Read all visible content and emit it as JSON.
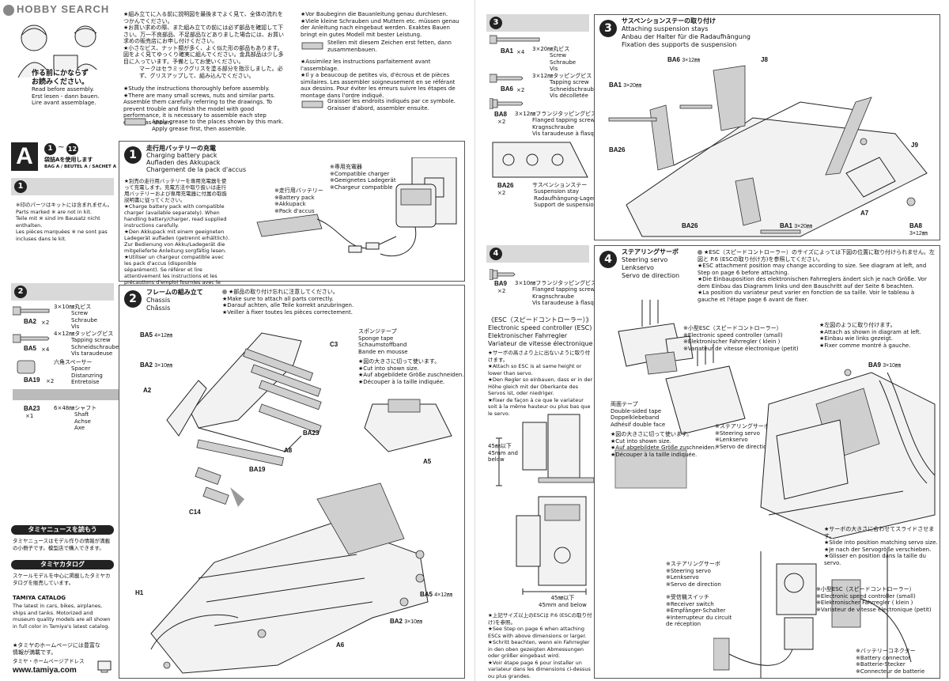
{
  "watermark": "HOBBY SEARCH",
  "intro": {
    "jp_heading": "作る前にかならず\nお読みください。",
    "en": "Read before assembly.",
    "de": "Erst lesen - dann bauen.",
    "fr": "Lire avant assemblage.",
    "jp_notes": "★組み立てに入る前に説明図を最後までよく見て、全体の流れをつかんでください。\n★お買い求めの際、また組み立ての前には必ず部品を確認して下さい。万一不良部品、不足部品などありました場合には、お買い求めの販売店にお申し付けください。\n★小さなビス、ナット類が多く、よく似た形の部品もあります。図をよく見てゆっくり確実に組んでください。金具部品は少し多目に入っています。予備としてお使いください。",
    "grease_jp": "マークはセラミックグリスを塗る部分を指示しました。必ず、グリスアップして、組み込んでください。",
    "en_notes": "★Study the instructions thoroughly before assembly.\n★There are many small screws, nuts and similar parts. Assemble them carefully referring to the drawings. To prevent trouble and finish the model with good performance, it is necessary to assemble each step exactly as shown.",
    "grease_en": "Apply grease to the places shown by this mark.\nApply grease first, then assemble.",
    "de_notes": "★Vor Baubeginn die Bauanleitung genau durchlesen.\n★Viele kleine Schrauben und Muttern etc. müssen genau der Anleitung nach eingebaut werden. Exaktes Bauen bringt ein gutes Modell mit bester Leistung.",
    "grease_de": "Stellen mit diesem Zeichen erst fetten, dann zusammenbauen.",
    "fr_notes": "★Assimilez les instructions parfaitement avant l'assemblage.\n★Il y a beaucoup de petites vis, d'écrous et de pièces similaires. Les assembler soigneusement en se référant aux dessins. Pour éviter les erreurs suivre les étapes de montage dans l'ordre indiqué.",
    "grease_fr": "Graisser les endroits indiqués par ce symbole.\nGraisser d'abord, assembler ensuite."
  },
  "bag_a": {
    "letter": "A",
    "from": "1",
    "to": "12",
    "jp": "袋詰Aを使用します",
    "multi": "BAG A / BEUTEL A / SACHET A"
  },
  "step1_parts": {
    "num": "1",
    "note": "※印のパーツはキットには含まれません。\nParts marked ※ are not in kit.\nTeile mit ※ sind im Bausatz nicht enthalten.\nLes pièces marquées ※ ne sont pas incluses dans le kit."
  },
  "step1": {
    "num": "1",
    "title_jp": "走行用バッテリーの充電",
    "title_en": "Charging battery pack",
    "title_de": "Aufladen des Akkupack",
    "title_fr": "Chargement de la pack d'accus",
    "charger_label": "※専用充電器\n※Compatible charger\n※Geeignetes Ladegerät\n※Chargeur compatible",
    "battery_label": "※走行用バッテリー\n※Battery pack\n※Akkupack\n※Pack d'accus",
    "text": "★別売の走行用バッテリーを専用充電器を使って充電します。充電方法や取り扱いは走行用バッテリーおよび専用充電器に付属の取扱説明書に従ってください。\n★Charge battery pack with compatible charger (available separately). When handling battery/charger, read supplied instructions carefully.\n★Den Akkupack mit einem geeigneten Ladegerät aufladen (getrennt erhältlich). Zur Bedienung von Akku/Ladegerät die mitgelieferte Anleitung sorgfältig lesen.\n★Utiliser un chargeur compatible avec les pack d'accus (disponible séparément). Se référer et lire attentivement les instructions et les précautions d'emploi fournies avec le chargeur et la batterie."
  },
  "step2_parts": {
    "num": "2",
    "items": [
      {
        "code": "BA2",
        "qty": "×2",
        "size": "3×10㎜丸ビス",
        "names": "Screw\nSchraube\nVis"
      },
      {
        "code": "BA5",
        "qty": "×4",
        "size": "4×12㎜タッピングビス",
        "names": "Tapping screw\nSchneidschraube\nVis taraudeuse"
      },
      {
        "code": "BA19",
        "qty": "×2",
        "size": "六角スペーサー",
        "names": "Spacer\nDistanzring\nEntretoise"
      },
      {
        "code": "BA23",
        "qty": "×1",
        "size": "6×48㎜シャフト",
        "names": "Shaft\nAchse\nAxe"
      }
    ]
  },
  "step2": {
    "num": "2",
    "title_jp": "フレームの組み立て",
    "title_en": "Chassis",
    "title_de": "Châssis",
    "caution": "★部品の取り付け忘れに注意してください。\n★Make sure to attach all parts correctly.\n★Darauf achten, alle Teile korrekt anzubringen.\n★Veiller à fixer toutes les pièces correctement.",
    "sponge": "スポンジテープ\nSponge tape\nSchaumstoffband\nBande en mousse",
    "sponge_cut": "★図の大きさに切って使います。\n★Cut into shown size.\n★Auf abgebildete Größe zuschneiden.\n★Découper à la taille indiquée.",
    "labels": {
      "ba5a": "BA5",
      "ba5a_s": "4×12㎜",
      "ba2a": "BA2",
      "ba2a_s": "3×10㎜",
      "c3": "C3",
      "a2": "A2",
      "ba23": "BA23",
      "a8": "A8",
      "ba19": "BA19",
      "a5": "A5",
      "c14": "C14",
      "h1": "H1",
      "ba5b": "BA5",
      "ba5b_s": "4×12㎜",
      "ba2b": "BA2",
      "ba2b_s": "3×10㎜",
      "a6": "A6"
    }
  },
  "news": {
    "title": "タミヤニュースを読もう",
    "text": "タミヤニュースはモデル作りの情報が満載の小冊子です。模型店で購入できます。"
  },
  "catalog": {
    "title": "タミヤカタログ",
    "jp": "スケールモデルを中心に掲載したタミヤカタログを販売しています。",
    "en_title": "TAMIYA CATALOG",
    "en": "The latest in cars, bikes, airplanes, ships and tanks. Motorized and museum quality models are all shown in full color in Tamiya's latest catalog."
  },
  "homepage": {
    "jp": "★タミヤのホームページには豊富な情報が満載です。",
    "label": "タミヤ・ホームページアドレス",
    "url": "www.tamiya.com"
  },
  "step3_parts": {
    "num": "3",
    "items": [
      {
        "code": "BA1",
        "qty": "×4",
        "size": "3×20㎜丸ビス",
        "names": "Screw\nSchraube\nVis"
      },
      {
        "code": "BA6",
        "qty": "×2",
        "size": "3×12㎜タッピングビス",
        "names": "Tapping screw\nSchneidschraube\nVis décolletée"
      },
      {
        "code": "BA8",
        "qty": "×2",
        "size": "3×12㎜フランジタッピングビス",
        "names": "Flanged tapping screw\nKragnschraube\nVis taraudeuse à flasque"
      },
      {
        "code": "BA26",
        "qty": "×2",
        "size": "サスペンションステー",
        "names": "Suspension stay\nRadaufhängung-Lagerschild\nSupport de suspension"
      }
    ]
  },
  "step3": {
    "num": "3",
    "title_jp": "サスペンションステーの取り付け",
    "title_en": "Attaching suspension stays",
    "title_de": "Anbau der Halter für die Radaufhängung",
    "title_fr": "Fixation des supports de suspension",
    "labels": {
      "ba6": "BA6",
      "ba6_s": "3×12㎜",
      "j8": "J8",
      "ba1a": "BA1",
      "ba1a_s": "3×20㎜",
      "ba26a": "BA26",
      "j9": "J9",
      "a7": "A7",
      "ba26b": "BA26",
      "ba1b": "BA1",
      "ba1b_s": "3×20㎜",
      "ba8": "BA8",
      "ba8_s": "3×12㎜"
    }
  },
  "step4_parts": {
    "num": "4",
    "items": [
      {
        "code": "BA9",
        "qty": "×2",
        "size": "3×10㎜フランジタッピングビス",
        "names": "Flanged tapping screw\nKragnschraube\nVis taraudeuse à flasque"
      }
    ]
  },
  "esc": {
    "title_jp": "《ESC（スピードコントローラー）》",
    "title_en": "Electronic speed controller (ESC)",
    "title_de": "Elektronischer Fahrregler",
    "title_fr": "Variateur de vitesse électronique",
    "text": "★サーボの高さより上に出ないように取り付けます。\n★Attach so ESC is at same height or lower than servo.\n★Den Regler so einbauen, dass er in der Höhe gleich mit der Oberkante des Servos ist, oder niedriger.\n★Fixer de façon à ce que le variateur soit à la même hauteur ou plus bas que le servo.",
    "dim_v": "45㎜以下\n45mm and\nbelow",
    "dim_h": "45㎜以下\n45mm and below",
    "note": "★上記サイズ以上のESCは P.6 (ESCの取り付け)を参照。\n★See Step on page 6 when attaching ESCs with above dimensions or larger.\n★Schritt beachten, wenn ein Fahrregler in den oben gezeigten Abmessungen oder größer eingebaut wird.\n★Voir étape page 6 pour installer un variateur dans les dimensions ci-dessus ou plus grandes."
  },
  "step4": {
    "num": "4",
    "title_jp": "ステアリングサーボ",
    "title_en": "Steering servo",
    "title_de": "Lenkservo",
    "title_fr": "Servo de direction",
    "esc_note": "★ESC（スピードコントローラー）のサイズによっては下図の位置に取り付けられません。左図と P.6 (ESCの取り付け方)を参照してください。\n★ESC attachment position may change according to size. See diagram at left, and Step on page 6 before attaching.\n★Die Einbauposition des elektronischen Fahrreglers ändert sich je nach Größe. Vor dem Einbau das Diagramm links und den Bauschritt auf der Seite 6 beachten.\n★La position du variateur peut varier en fonction de sa taille. Voir le tableau à gauche et l'étape page 6 avant de fixer.",
    "small_esc": "※小型ESC（スピードコントローラー）\n※Electronic speed controller (small)\n※Elektronischer Fahrregler ( klein )\n※Variateur de vitesse électronique (petit)",
    "attach_left": "★左図のように取り付けます。\n★Attach as shown in diagram at left.\n★Einbau wie links gezeigt.\n★Fixer comme montré à gauche.",
    "tape": "両面テープ\nDouble-sided tape\nDoppelklebeband\nAdhésif double face",
    "tape_cut": "★図の大きさに切って使います。\n★Cut into shown size.\n★Auf abgebildete Größe zuschneiden.\n★Découper à la taille indiquée.",
    "servo": "※ステアリングサーボ\n※Steering servo\n※Lenkservo\n※Servo de direction",
    "ba9": "BA9",
    "ba9_s": "3×10㎜",
    "slide": "★サーボの大きさに合わせてスライドさせます。\n★Slide into position matching servo size.\n★Je nach der Servogröße verschieben.\n★Glisser en position dans la taille du servo.",
    "servo2": "※ステアリングサーボ\n※Steering servo\n※Lenkservo\n※Servo de direction",
    "receiver": "※受信機スイッチ\n※Receiver switch\n※Empfänger-Schalter\n※Interrupteur du circuit de réception",
    "small_esc2": "※小型ESC（スピードコントローラー）\n※Electronic speed controller (small)\n※Elektronischer Fahrregler ( klein )\n※Variateur de vitesse électronique (petit)",
    "battery_conn": "※バッテリーコネクター\n※Battery connector\n※Batterie-Stecker\n※Connecteur de batterie"
  }
}
